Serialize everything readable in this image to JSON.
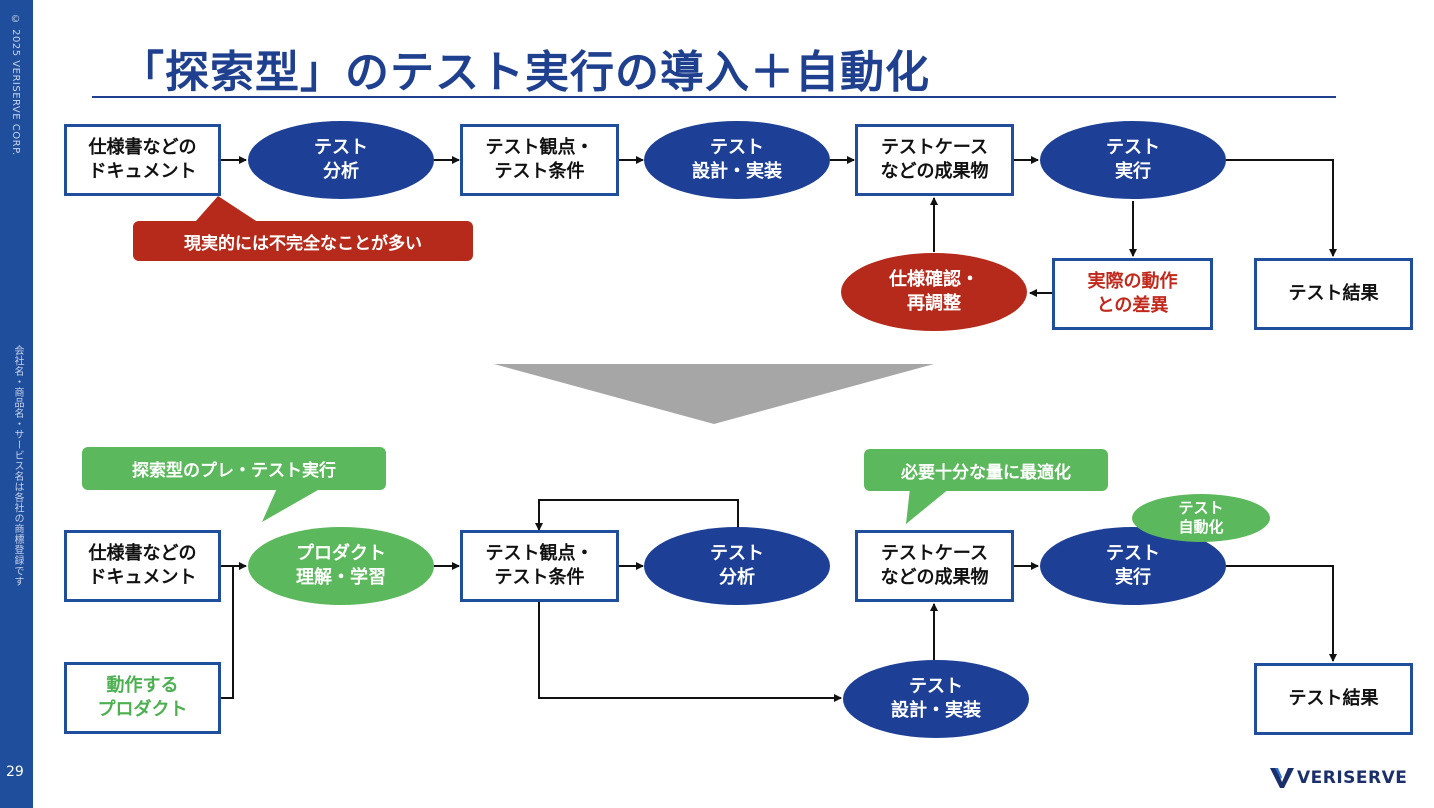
{
  "sidebar": {
    "copyright": "© 2025 VERISERVE CORP.",
    "trademark": "会社名・商品名・サービス名は各社の商標登録です",
    "page_number": "29"
  },
  "title": "「探索型」のテスト実行の導入＋自動化",
  "top_flow": {
    "spec_doc": "仕様書などの\nドキュメント",
    "analysis": "テスト\n分析",
    "viewpoints": "テスト観点・\nテスト条件",
    "design": "テスト\n設計・実装",
    "testcases": "テストケース\nなどの成果物",
    "execution": "テスト\n実行",
    "spec_confirm": "仕様確認・\n再調整",
    "diff": "実際の動作\nとの差異",
    "result": "テスト結果",
    "callout": "現実的には不完全なことが多い"
  },
  "bottom_flow": {
    "spec_doc": "仕様書などの\nドキュメント",
    "product_understanding": "プロダクト\n理解・学習",
    "viewpoints": "テスト観点・\nテスト条件",
    "analysis": "テスト\n分析",
    "testcases": "テストケース\nなどの成果物",
    "execution": "テスト\n実行",
    "automation": "テスト\n自動化",
    "design": "テスト\n設計・実装",
    "working_product": "動作する\nプロダクト",
    "result": "テスト結果",
    "callout_explore": "探索型のプレ・テスト実行",
    "callout_optimize": "必要十分な量に最適化"
  },
  "logo": {
    "text": "VERISERVE"
  },
  "colors": {
    "navy": "#1f4e9c",
    "red": "#b52a1b",
    "green": "#5cb85c",
    "gray": "#a6a6a6"
  }
}
